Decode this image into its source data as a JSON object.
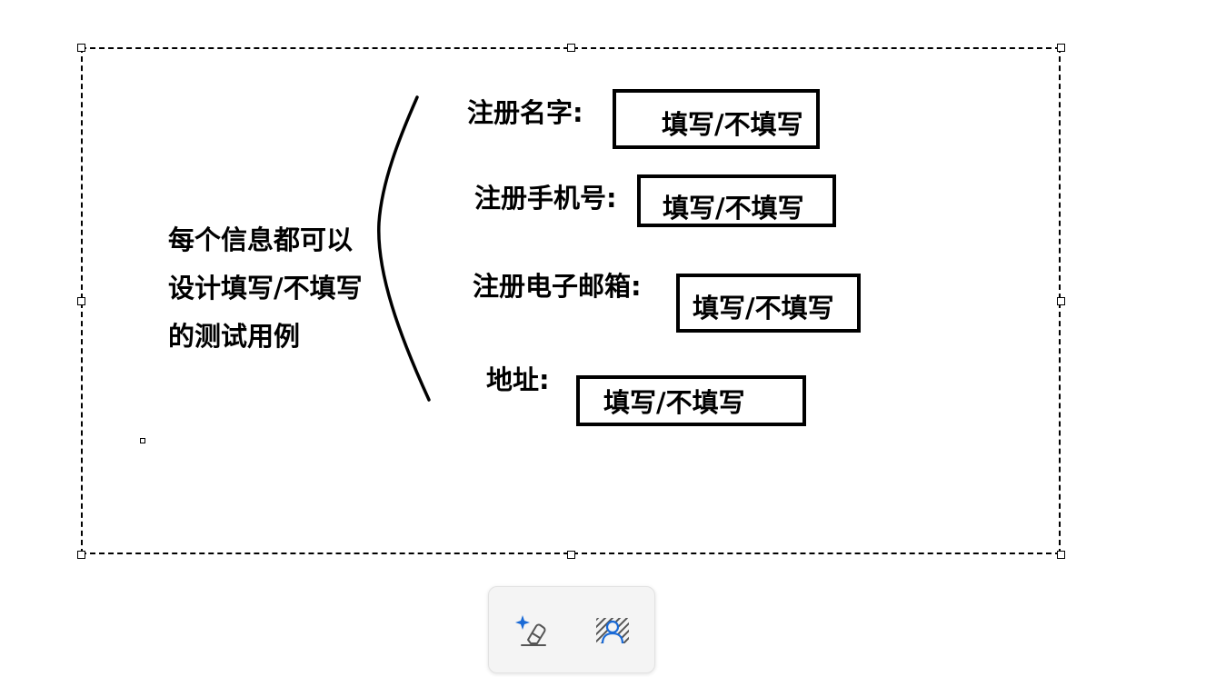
{
  "drawing": {
    "description_lines": [
      "每个信息都可以",
      "设计填写/不填写",
      "的测试用例"
    ],
    "fields": [
      {
        "label": "注册名字:",
        "value": "填写/不填写"
      },
      {
        "label": "注册手机号:",
        "value": "填写/不填写"
      },
      {
        "label": "注册电子邮箱:",
        "value": "填写/不填写"
      },
      {
        "label": "地址:",
        "value": "填写/不填写"
      }
    ]
  },
  "toolbar": {
    "tools": [
      {
        "icon": "eraser-sparkle-icon"
      },
      {
        "icon": "background-person-icon"
      }
    ],
    "accent_color": "#1a6ad6"
  }
}
